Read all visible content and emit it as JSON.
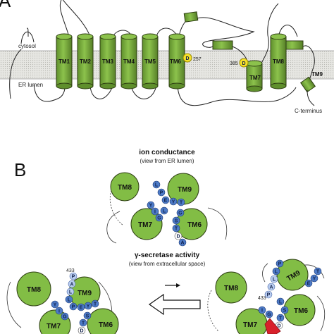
{
  "panel_a": {
    "label": "A",
    "cytosol_label": "cytosol",
    "lumen_label": "ER lumen",
    "c_terminus_label": "C-terminus",
    "helices": [
      "TM1",
      "TM2",
      "TM3",
      "TM4",
      "TM5",
      "TM6",
      "TM7",
      "TM8",
      "TM9"
    ],
    "residue_d": "D",
    "residue_257": "257",
    "residue_385": "385"
  },
  "panel_b": {
    "label": "B",
    "ion": {
      "title": "ion conductance",
      "subtitle": "(view from ER lumen)",
      "disks": [
        "TM8",
        "TM9",
        "TM7",
        "TM6"
      ]
    },
    "gamma": {
      "title": "γ-secretase activity",
      "subtitle": "(view from extracellular space)",
      "disks": [
        "TM8",
        "TM9",
        "TM7",
        "TM6"
      ],
      "residue_433": "433"
    },
    "residues": [
      "L",
      "P",
      "E",
      "Y",
      "T",
      "Y",
      "I",
      "G",
      "L",
      "G",
      "S",
      "T",
      "D",
      "A",
      "P",
      "A",
      "L"
    ]
  },
  "colors": {
    "helix_green": "#7db043",
    "helix_outline": "#2d3d12",
    "membrane_gray": "#d9d9d4",
    "residue_blue": "#4d7bc8",
    "residue_light": "#b9cdf0",
    "highlight_yellow": "#f4e02a",
    "arrow_red": "#d8202a"
  }
}
